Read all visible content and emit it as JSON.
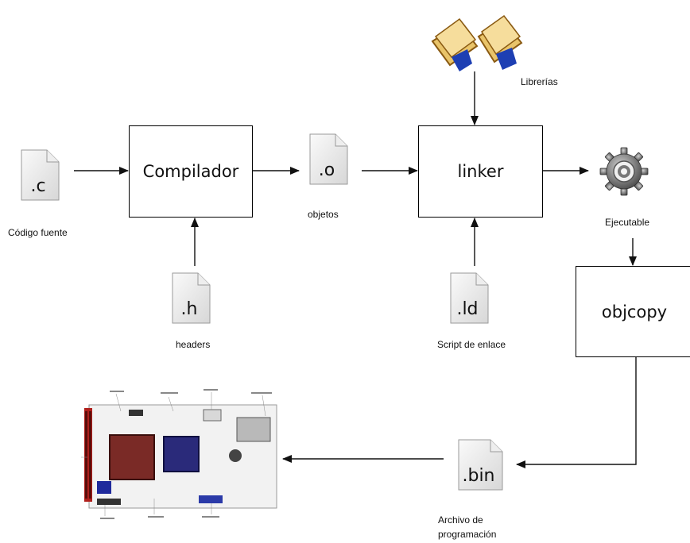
{
  "boxes": {
    "compiler": "Compilador",
    "linker": "linker",
    "objcopy": "objcopy"
  },
  "files": {
    "c": {
      "ext": ".c",
      "caption": "Código fuente"
    },
    "h": {
      "ext": ".h",
      "caption": "headers"
    },
    "o": {
      "ext": ".o",
      "caption": "objetos"
    },
    "ld": {
      "ext": ".ld",
      "caption": "Script de enlace"
    },
    "bin": {
      "ext": ".bin",
      "caption_line1": "Archivo de",
      "caption_line2": "programación"
    }
  },
  "libraries": {
    "caption": "Librerías",
    "icon": "books-icon"
  },
  "executable": {
    "caption": "Ejecutable",
    "icon": "gear-icon"
  },
  "board": {
    "icon": "dev-board-photo"
  }
}
